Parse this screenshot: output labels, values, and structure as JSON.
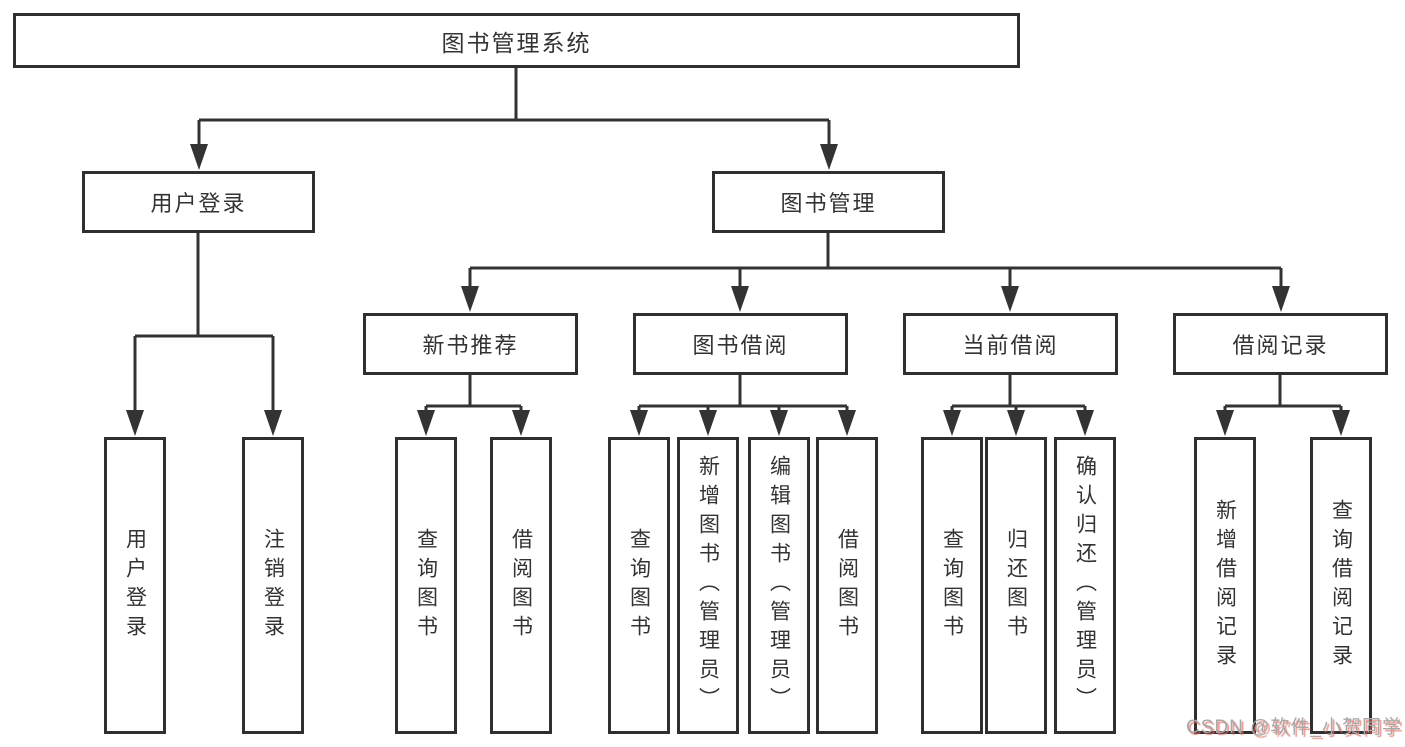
{
  "tree": {
    "label": "图书管理系统",
    "children": [
      {
        "label": "用户登录",
        "children": [
          {
            "label": "用户登录"
          },
          {
            "label": "注销登录"
          }
        ]
      },
      {
        "label": "图书管理",
        "children": [
          {
            "label": "新书推荐",
            "children": [
              {
                "label": "查询图书"
              },
              {
                "label": "借阅图书"
              }
            ]
          },
          {
            "label": "图书借阅",
            "children": [
              {
                "label": "查询图书"
              },
              {
                "label": "新增图书（管理员）"
              },
              {
                "label": "编辑图书（管理员）"
              },
              {
                "label": "借阅图书"
              }
            ]
          },
          {
            "label": "当前借阅",
            "children": [
              {
                "label": "查询图书"
              },
              {
                "label": "归还图书"
              },
              {
                "label": "确认归还（管理员）"
              }
            ]
          },
          {
            "label": "借阅记录",
            "children": [
              {
                "label": "新增借阅记录"
              },
              {
                "label": "查询借阅记录"
              }
            ]
          }
        ]
      }
    ]
  },
  "watermark": "CSDN @软件_小贺同学",
  "colors": {
    "line": "#333333",
    "box_border": "#2f2f2f",
    "text": "#333333",
    "watermark_gray": "#a8a8a8",
    "watermark_red": "#e06a5e"
  }
}
